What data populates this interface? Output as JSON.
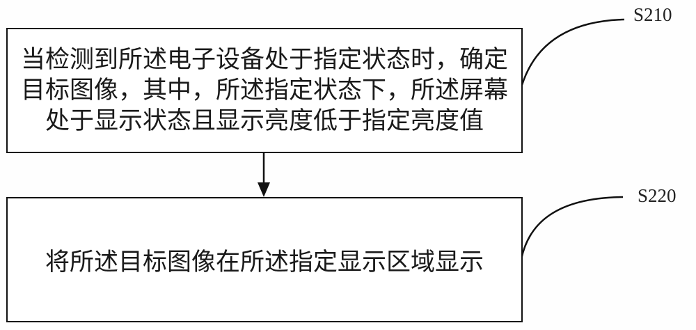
{
  "diagram": {
    "type": "flowchart",
    "steps": [
      {
        "id": "S210",
        "label": "S210",
        "lines": [
          "当检测到所述电子设备处于指定状态时，确定",
          "目标图像，其中，所述指定状态下，所述屏幕",
          "处于显示状态且显示亮度低于指定亮度值"
        ]
      },
      {
        "id": "S220",
        "label": "S220",
        "lines": [
          "将所述目标图像在所述指定显示区域显示"
        ]
      }
    ],
    "edges": [
      {
        "from": "S210",
        "to": "S220",
        "style": "arrow"
      }
    ],
    "colors": {
      "stroke": "#111111",
      "text": "#1a1a1a",
      "background": "#ffffff"
    }
  }
}
